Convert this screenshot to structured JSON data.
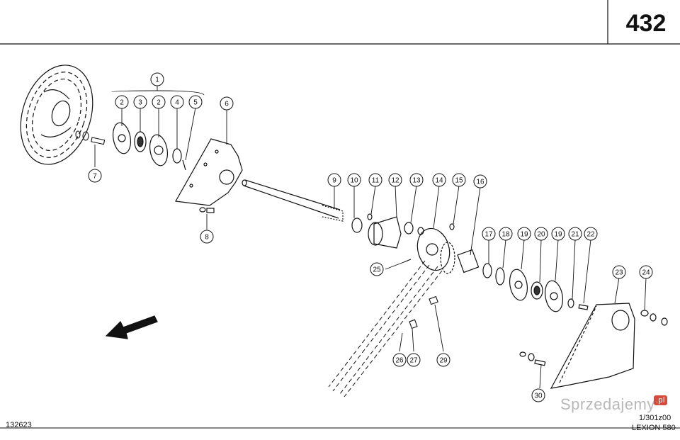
{
  "page_number": "432",
  "doc_code": "132623",
  "drawing_code": "1/301z00",
  "model": "LEXION 580",
  "watermark": {
    "text": "Sprzedajemy",
    "badge": ".pl"
  },
  "callouts": [
    {
      "id": "c1",
      "label": "1"
    },
    {
      "id": "c2a",
      "label": "2"
    },
    {
      "id": "c3",
      "label": "3"
    },
    {
      "id": "c2b",
      "label": "2"
    },
    {
      "id": "c4",
      "label": "4"
    },
    {
      "id": "c5",
      "label": "5"
    },
    {
      "id": "c6",
      "label": "6"
    },
    {
      "id": "c7",
      "label": "7"
    },
    {
      "id": "c8",
      "label": "8"
    },
    {
      "id": "c9",
      "label": "9"
    },
    {
      "id": "c10",
      "label": "10"
    },
    {
      "id": "c11",
      "label": "11"
    },
    {
      "id": "c12",
      "label": "12"
    },
    {
      "id": "c13",
      "label": "13"
    },
    {
      "id": "c14",
      "label": "14"
    },
    {
      "id": "c15",
      "label": "15"
    },
    {
      "id": "c16",
      "label": "16"
    },
    {
      "id": "c17",
      "label": "17"
    },
    {
      "id": "c18",
      "label": "18"
    },
    {
      "id": "c19a",
      "label": "19"
    },
    {
      "id": "c20",
      "label": "20"
    },
    {
      "id": "c19b",
      "label": "19"
    },
    {
      "id": "c21",
      "label": "21"
    },
    {
      "id": "c22",
      "label": "22"
    },
    {
      "id": "c23",
      "label": "23"
    },
    {
      "id": "c24",
      "label": "24"
    },
    {
      "id": "c25",
      "label": "25"
    },
    {
      "id": "c26",
      "label": "26"
    },
    {
      "id": "c27",
      "label": "27"
    },
    {
      "id": "c29",
      "label": "29"
    },
    {
      "id": "c30",
      "label": "30"
    }
  ]
}
